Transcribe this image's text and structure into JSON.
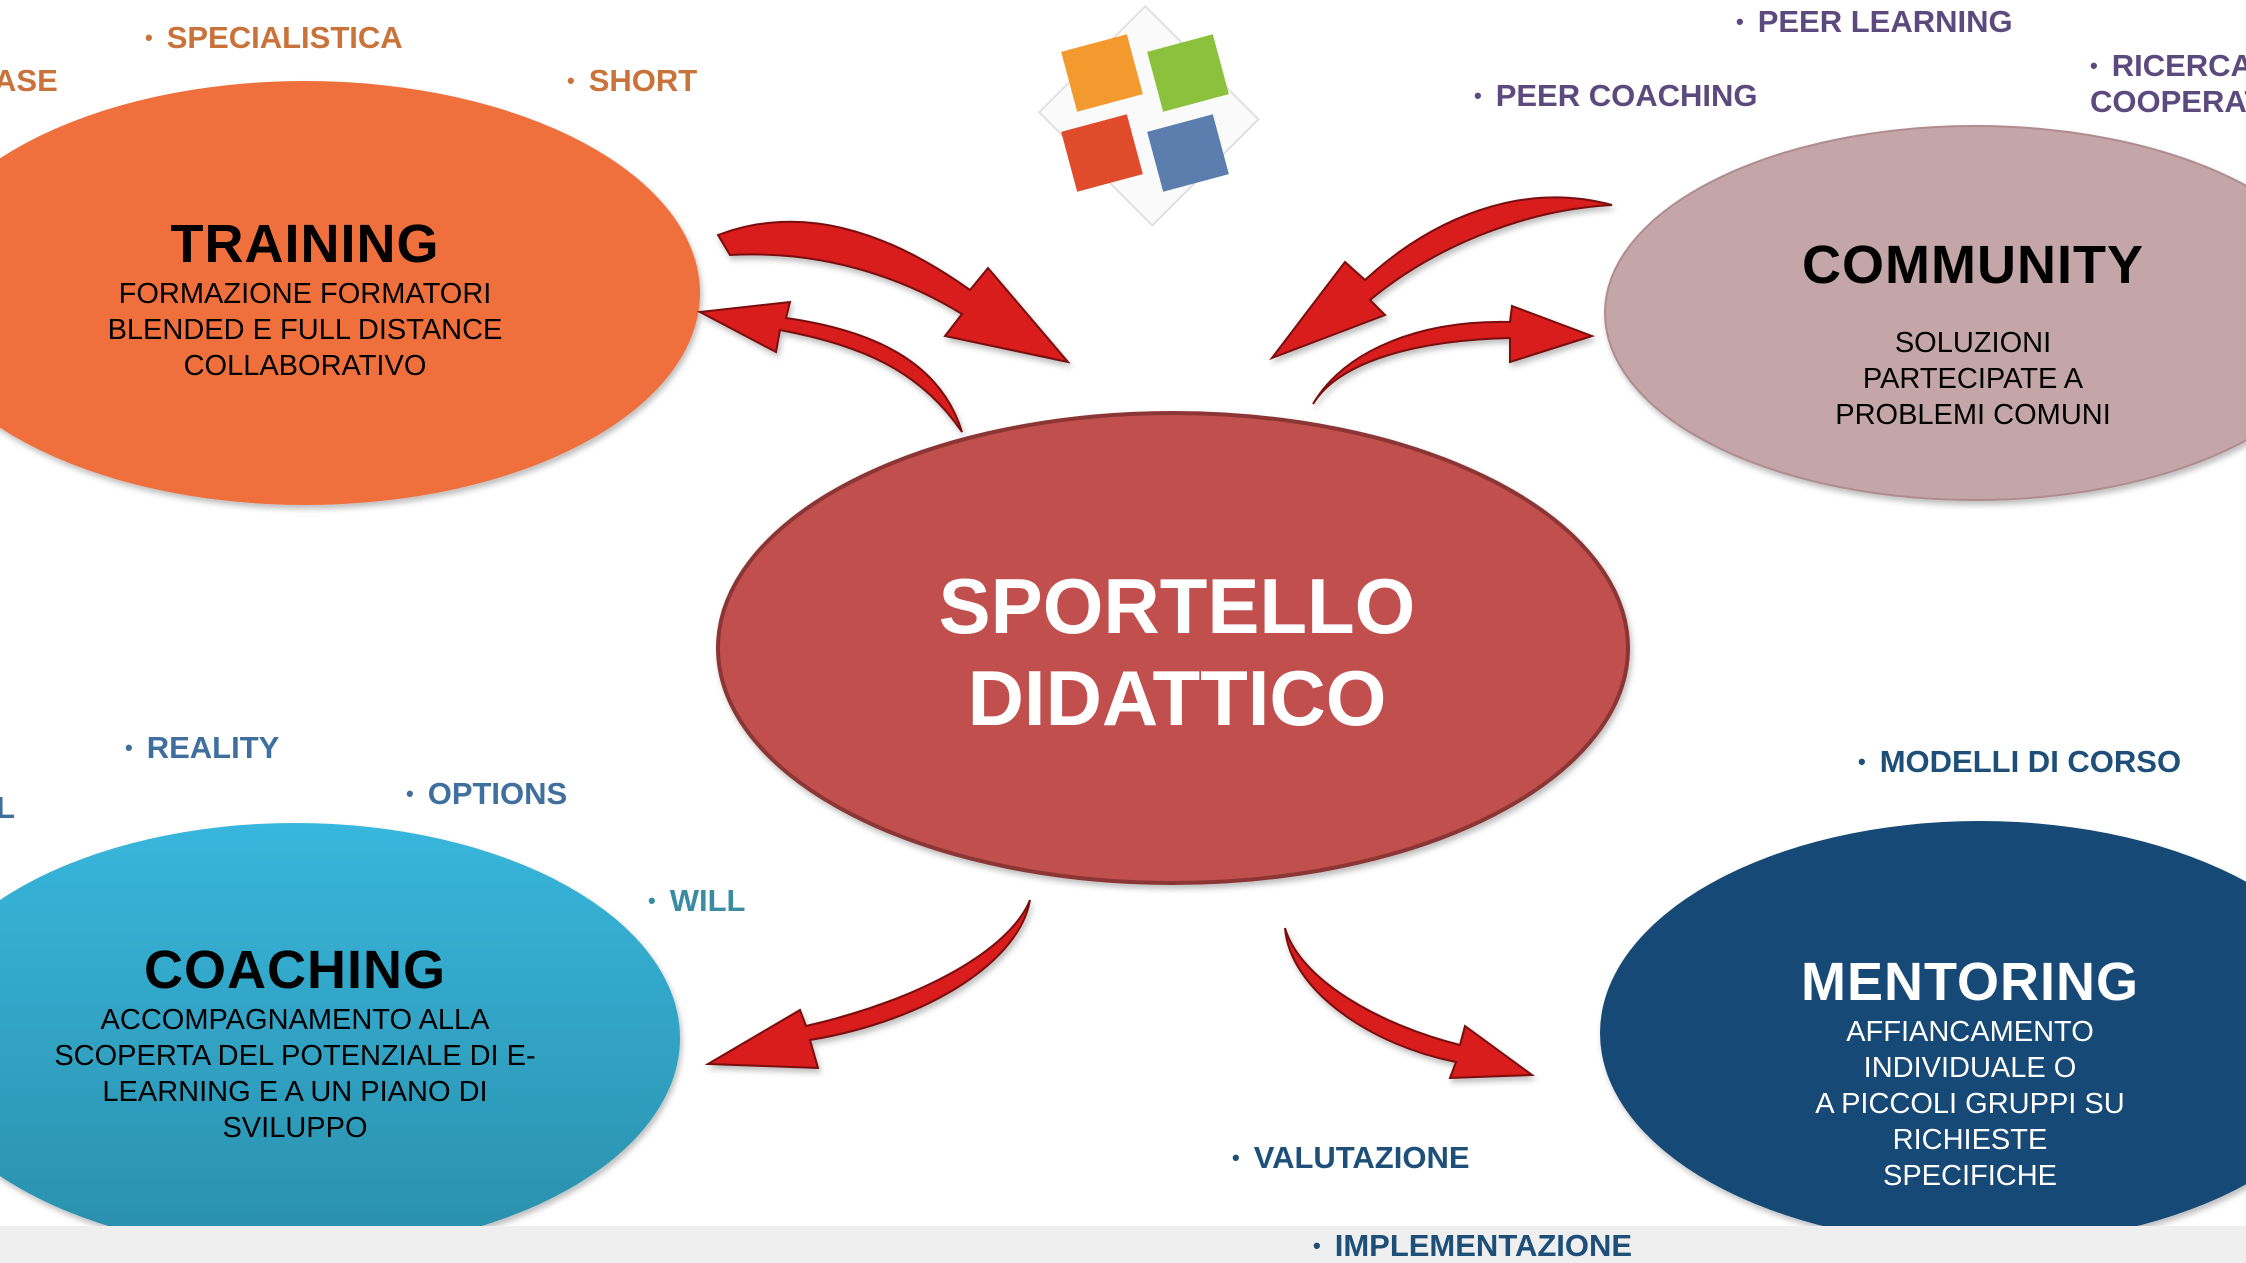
{
  "center": {
    "title_line1": "SPORTELLO",
    "title_line2": "DIDATTICO",
    "fill": "#c0504d"
  },
  "nodes": {
    "training": {
      "title": "TRAINING",
      "description": "FORMAZIONE FORMATORI\nBLENDED E FULL DISTANCE\nCOLLABORATIVO",
      "fill": "#ef6f3c",
      "bullet_color": "#c9733a",
      "bullets": [
        "SPECIALISTICA",
        "SHORT",
        "ASE"
      ]
    },
    "community": {
      "title": "COMMUNITY",
      "description": "SOLUZIONI PARTECIPATE A\nPROBLEMI COMUNI",
      "fill": "#c4a5a8",
      "bullet_color": "#5c4a7e",
      "bullets": [
        "PEER LEARNING",
        "PEER COACHING",
        "RICERCA",
        "COOPERAT"
      ]
    },
    "coaching": {
      "title": "COACHING",
      "description": "ACCOMPAGNAMENTO ALLA\nSCOPERTA DEL POTENZIALE DI  E-\nLEARNING E A UN PIANO DI\nSVILUPPO",
      "fill": "#35b1d4",
      "bullet_color": "#3f6f9e",
      "bullets": [
        "REALITY",
        "OPTIONS",
        "WILL",
        "L"
      ]
    },
    "mentoring": {
      "title": "MENTORING",
      "description": "AFFIANCAMENTO INDIVIDUALE O\nA PICCOLI GRUPPI SU RICHIESTE\nSPECIFICHE",
      "fill": "#124a76",
      "bullet_color": "#1d4f78",
      "bullets": [
        "MODELLI DI CORSO",
        "VALUTAZIONE",
        "IMPLEMENTAZIONE"
      ]
    }
  },
  "arrow_color": "#d91c1c",
  "logo": {
    "tile_colors": [
      "#f39a2f",
      "#8bc13d",
      "#e04b2b",
      "#5b7eae"
    ],
    "icon": "four-squares-logo-icon"
  }
}
